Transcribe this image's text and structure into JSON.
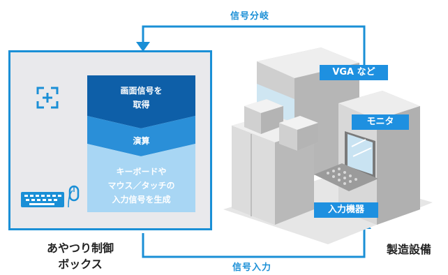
{
  "top_arrow_label": "信号分岐",
  "bottom_arrow_label": "信号入力",
  "box": {
    "title_line1": "あやつり制御",
    "title_line2": "ボックス",
    "steps": [
      {
        "line1": "画面信号を",
        "line2": "取得"
      },
      {
        "line1": "演算"
      },
      {
        "line1": "キーボードや",
        "line2": "マウス／タッチの",
        "line3": "入力信号を生成"
      }
    ]
  },
  "equipment": {
    "title": "製造設備",
    "tags": {
      "vga": "VGA など",
      "monitor": "モニタ",
      "input": "入力機器"
    }
  },
  "colors": {
    "accent": "#1e90e0",
    "box_border": "#1a8fd6",
    "box_fill": "#e9e9ec",
    "step1": "#0e5fa8",
    "step2": "#2a8fd8",
    "step3": "#a8d6f4"
  }
}
